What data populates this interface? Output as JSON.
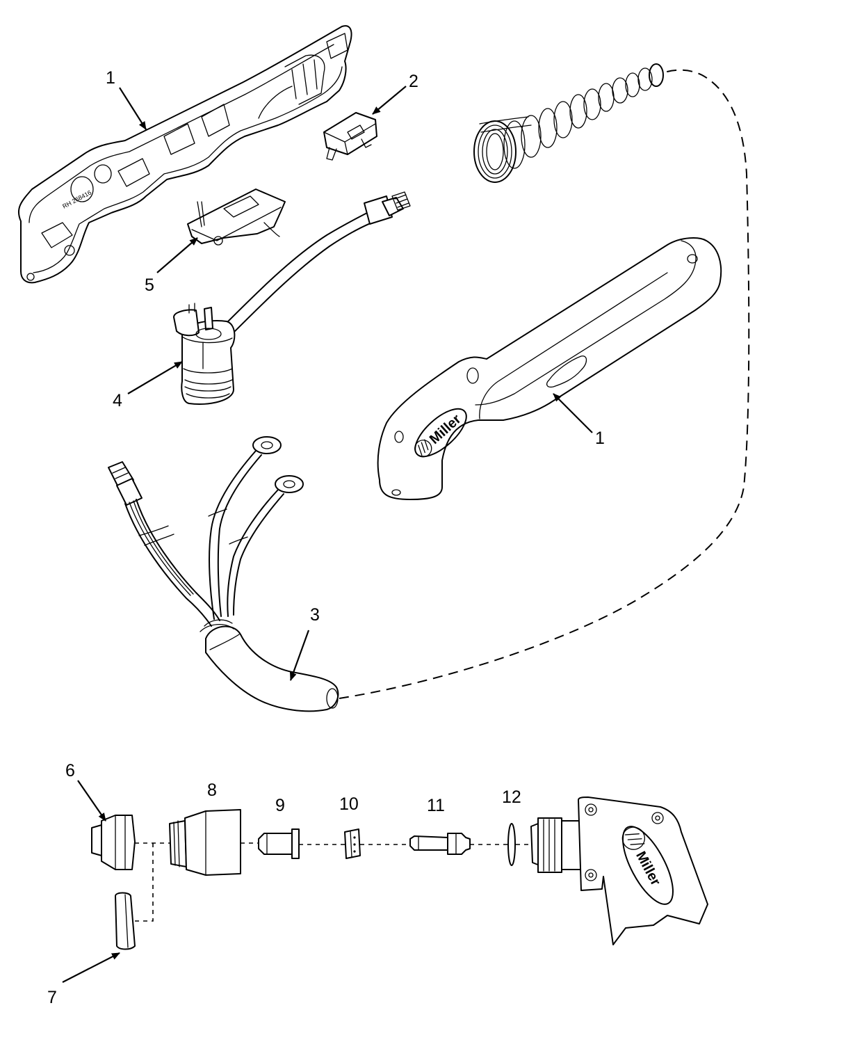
{
  "callouts": {
    "c1_left_shell": "1",
    "c2_trigger_switch": "2",
    "c5_trigger": "5",
    "c4_torch_head": "4",
    "c1_right_handle": "1",
    "c3_cable_assembly": "3",
    "c6_shield_cup": "6",
    "c7_deflector": "7",
    "c8_retaining_cup": "8",
    "c9_nozzle": "9",
    "c10_gas_distributor": "10",
    "c11_electrode": "11",
    "c12_o_ring": "12"
  },
  "brand": {
    "handle_logo": "Miller",
    "head_logo": "Miller"
  },
  "stamps": {
    "shell_part_code": "RH 268416"
  },
  "icons": {
    "leader_arrow": "arrow-icon",
    "spring": "strain-relief-spring-icon"
  }
}
